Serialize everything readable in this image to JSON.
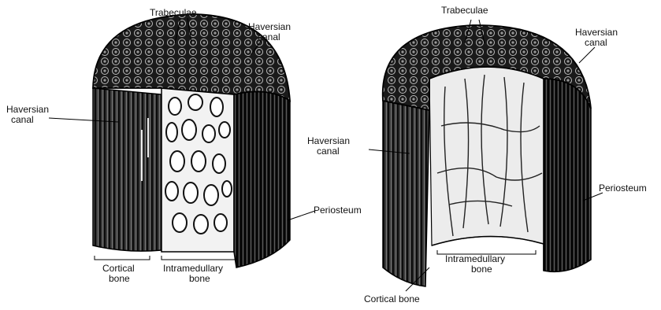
{
  "left_diagram": {
    "trabeculae": "Trabeculae",
    "haversian_top_1": "Haversian",
    "haversian_top_2": "canal",
    "haversian_left_1": "Haversian",
    "haversian_left_2": "canal",
    "periosteum": "Periosteum",
    "cortical_1": "Cortical",
    "cortical_2": "bone",
    "intramedullary_1": "Intramedullary",
    "intramedullary_2": "bone"
  },
  "right_diagram": {
    "trabeculae": "Trabeculae",
    "haversian_top_1": "Haversian",
    "haversian_top_2": "canal",
    "haversian_left_1": "Haversian",
    "haversian_left_2": "canal",
    "periosteum": "Periosteum",
    "intramedullary_1": "Intramedullary",
    "intramedullary_2": "bone",
    "cortical": "Cortical bone"
  }
}
